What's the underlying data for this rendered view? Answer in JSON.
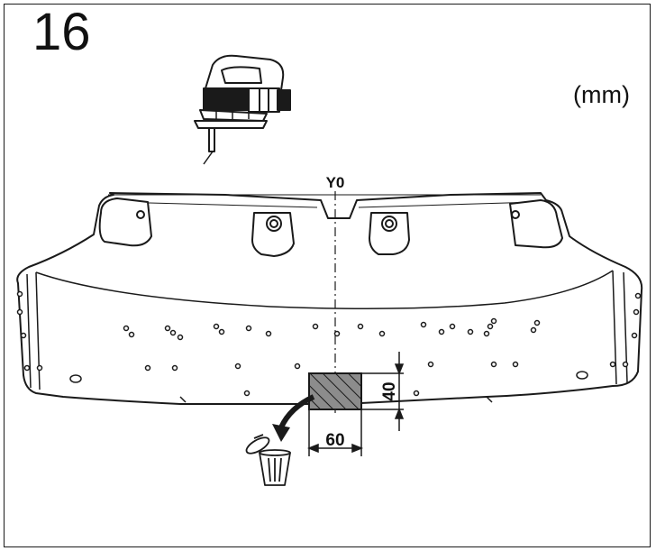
{
  "step_number": "16",
  "unit_label": "(mm)",
  "axis_label": "Y0",
  "dimensions": {
    "width": "60",
    "height": "40"
  },
  "icons": [
    "jigsaw-icon",
    "cut-arrow-icon",
    "trash-bin-icon"
  ],
  "colors": {
    "line": "#1a1a1a",
    "cutout_fill": "#8c8c8c",
    "background": "#ffffff"
  }
}
